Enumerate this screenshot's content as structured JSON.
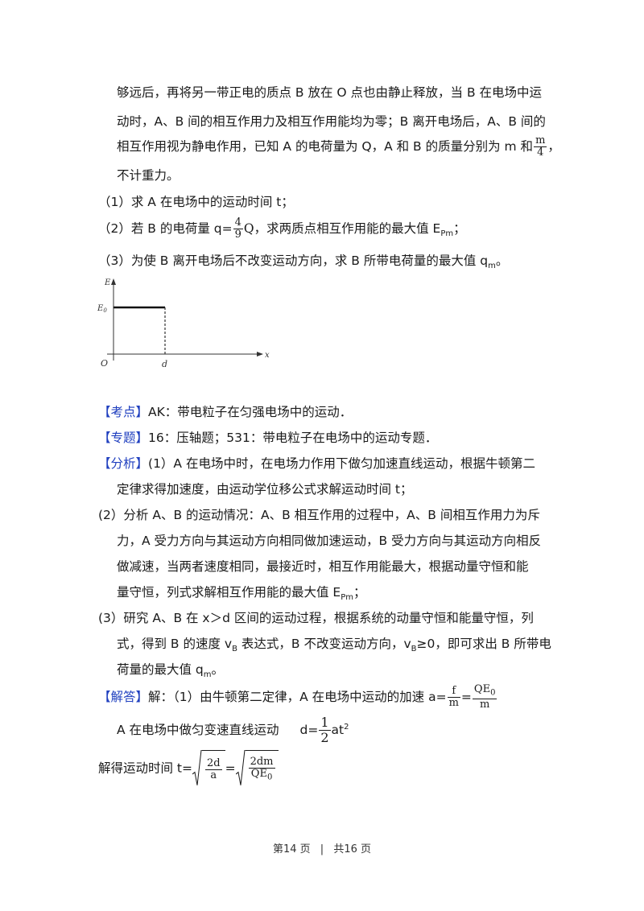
{
  "intro": {
    "l1": "够远后，再将另一带正电的质点 B 放在 O 点也由静止释放，当 B 在电场中运",
    "l2": "动时，A、B 间的相互作用力及相互作用能均为零；B 离开电场后，A、B 间的",
    "l3_pre": "相互作用视为静电作用，已知 A 的电荷量为 Q，A 和 B 的质量分别为 m 和",
    "l3_num": "m",
    "l3_den": "4",
    "l3_post": "，",
    "l4": "不计重力。"
  },
  "q1": "（1）求 A 在电场中的运动时间 t；",
  "q2": {
    "pre": "（2）若 B 的电荷量 q=",
    "num": "4",
    "den": "9",
    "q": "Q",
    "post": "，求两质点相互作用能的最大值 E",
    "sub": "Pm",
    "end": "；"
  },
  "q3": {
    "pre": "（3）为使 B 离开电场后不改变运动方向，求 B 所带电荷量的最大值 q",
    "sub": "m",
    "end": "。"
  },
  "graph": {
    "y_label": "E",
    "e0_label": "E",
    "e0_sub": "0",
    "origin": "O",
    "d_label": "d",
    "x_label": "x"
  },
  "kaodian": {
    "tag": "【考点】",
    "text": "AK：带电粒子在匀强电场中的运动．"
  },
  "zhuanti": {
    "tag": "【专题】",
    "text": "16：压轴题；531：带电粒子在电场中的运动专题．"
  },
  "fenxi": {
    "tag": "【分析】",
    "l1": "(1）A 在电场中时，在电场力作用下做匀加速直线运动，根据牛顿第二",
    "l2": "定律求得加速度，由运动学位移公式求解运动时间 t；",
    "l3": "(2）分析 A、B 的运动情况：A、B 相互作用的过程中，A、B 间相互作用力为斥",
    "l4": "力，A 受力方向与其运动方向相同做加速运动，B 受力方向与其运动方向相反",
    "l5": "做减速，当两者速度相同，最接近时，相互作用能最大，根据动量守恒和能",
    "l6_pre": "量守恒，列式求解相互作用能的最大值 E",
    "l6_sub": "Pm",
    "l6_end": "；",
    "l7": "(3）研究 A、B 在 x＞d 区间的运动过程，根据系统的动量守恒和能量守恒，列",
    "l8_pre": "式，得到 B 的速度 v",
    "l8_sub": "B",
    "l8_mid": " 表达式，B 不改变运动方向，v",
    "l8_sub2": "B",
    "l8_post": "≥0，即可求出 B 所带电",
    "l9_pre": "荷量的最大值 q",
    "l9_sub": "m",
    "l9_end": "。"
  },
  "jieda": {
    "tag": "【解答】",
    "l1_pre": "解：（1）由牛顿第二定律，A 在电场中运动的加速 a=",
    "f_num": "f",
    "f_den": "m",
    "eq": "=",
    "qe_num": "QE",
    "qe_sub": "0",
    "qe_den": "m",
    "l2_pre": "A 在电场中做匀变速直线运动",
    "l2_d": "d=",
    "half_num": "1",
    "half_den": "2",
    "l2_at": "at",
    "l2_sup": "2",
    "l3_pre": "解得运动时间 t=",
    "r1_num": "2d",
    "r1_den": "a",
    "l3_eq": "=",
    "r2_num": "2dm",
    "r2_den": "QE",
    "r2_sub": "0"
  },
  "footer": {
    "page": "第14 页",
    "sep": "|",
    "total": "共16 页"
  }
}
